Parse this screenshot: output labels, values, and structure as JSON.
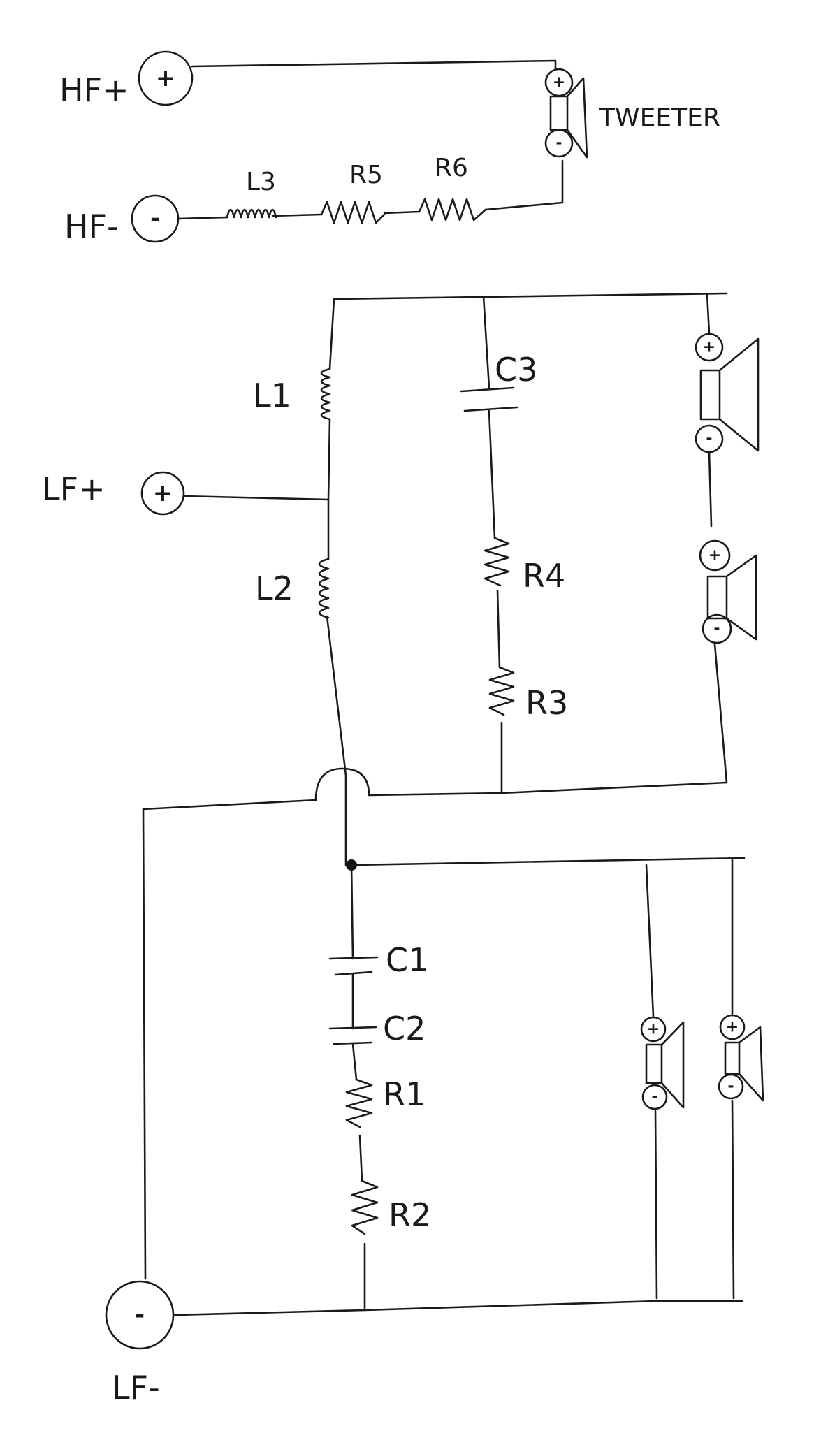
{
  "terminals": {
    "hf_plus": {
      "label": "HF+",
      "sign": "+"
    },
    "hf_minus": {
      "label": "HF-",
      "sign": "-"
    },
    "lf_plus": {
      "label": "LF+",
      "sign": "+"
    },
    "lf_minus": {
      "label": "LF-",
      "sign": "-"
    }
  },
  "components": {
    "l1": "L1",
    "l2": "L2",
    "l3": "L3",
    "c1": "C1",
    "c2": "C2",
    "c3": "C3",
    "r1": "R1",
    "r2": "R2",
    "r3": "R3",
    "r4": "R4",
    "r5": "R5",
    "r6": "R6"
  },
  "speakers": {
    "tweeter_label": "TWEETER",
    "plus_sign": "+",
    "minus_sign": "-"
  }
}
